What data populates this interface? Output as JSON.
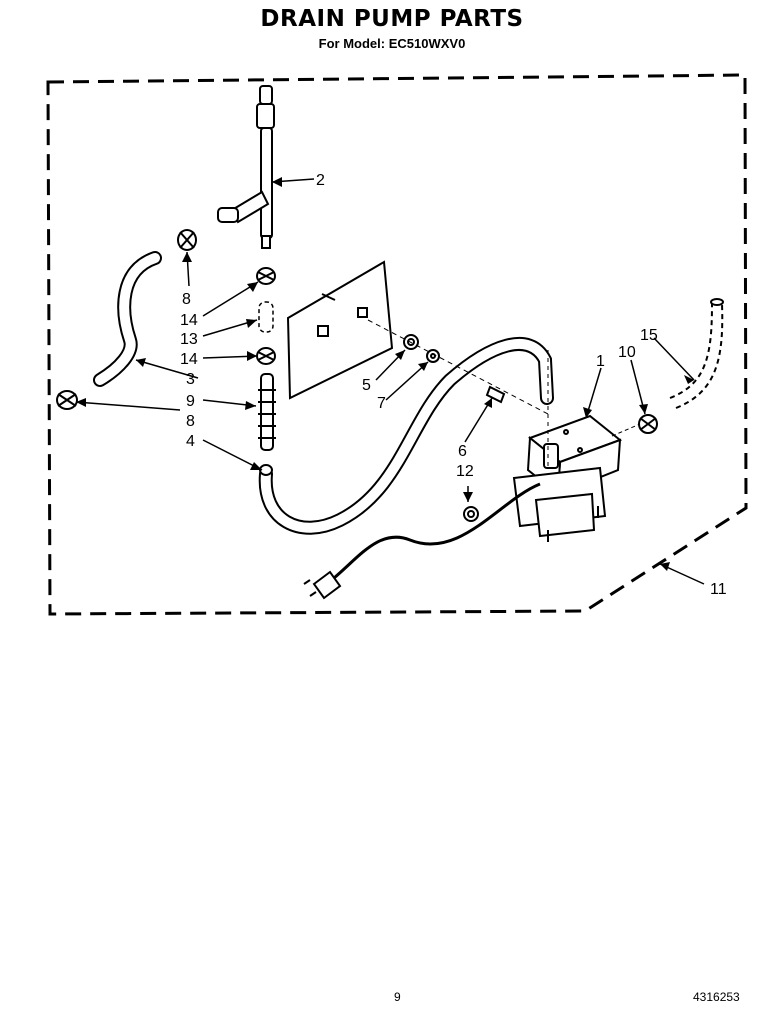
{
  "header": {
    "title": "DRAIN PUMP PARTS",
    "model_line": "For Model: EC510WXV0"
  },
  "footer": {
    "page_number": "9",
    "document_number": "4316253"
  },
  "callouts": [
    "1",
    "2",
    "3",
    "4",
    "5",
    "6",
    "7",
    "8",
    "8",
    "9",
    "10",
    "11",
    "12",
    "13",
    "14",
    "14",
    "15"
  ],
  "colors": {
    "ink": "#000000",
    "paper": "#ffffff"
  }
}
